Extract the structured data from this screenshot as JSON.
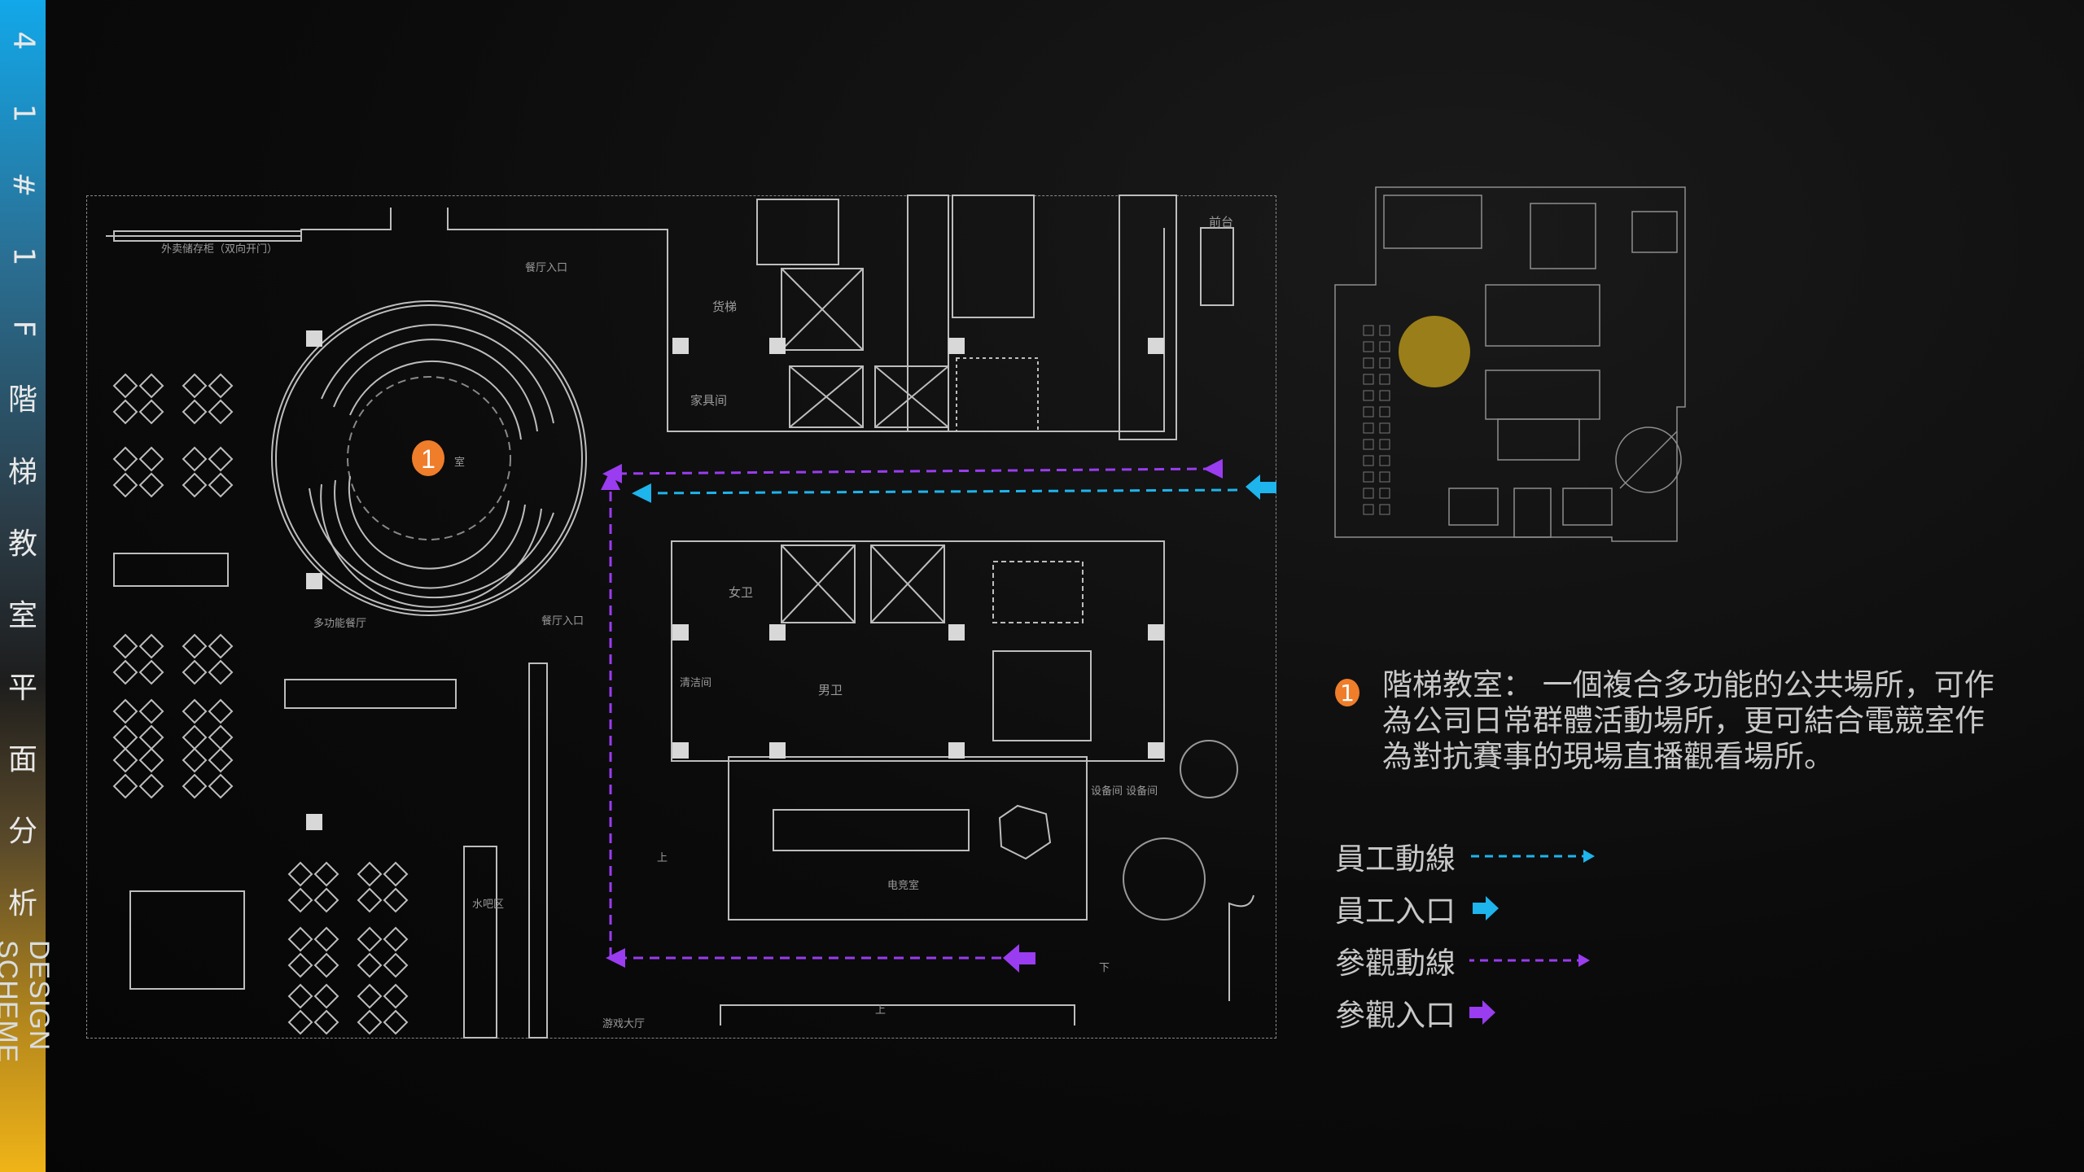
{
  "sidebar": {
    "chars": [
      "4",
      "1",
      "#",
      "1",
      "F",
      "階",
      "梯",
      "教",
      "室",
      "平",
      "面",
      "分",
      "析"
    ],
    "subtitle": "DESIGN SCHEME"
  },
  "plan": {
    "marker": "1",
    "labels": {
      "storage": "外卖储存柜（双向开门）",
      "entrance_top": "餐厅入口",
      "entrance_mid": "餐厅入口",
      "auditorium": "室",
      "multi_dining": "多功能餐厅",
      "freight_lift": "货梯",
      "furniture_room": "家具间",
      "female_wc": "女卫",
      "male_wc": "男卫",
      "cleaning": "清洁间",
      "esports": "电竞室",
      "equipment": "设备间 设备间",
      "water_bar": "水吧区",
      "reception": "前台",
      "main_entrance": "游戏大厅",
      "up1": "上",
      "up2": "上",
      "down": "下"
    }
  },
  "description": {
    "marker": "1",
    "text": "階梯教室： 一個複合多功能的公共場所，可作為公司日常群體活動場所，更可結合電競室作為對抗賽事的現場直播觀看場所。"
  },
  "legend": [
    {
      "label": "員工動線",
      "type": "dashed-line",
      "color": "#1eb4ec"
    },
    {
      "label": "員工入口",
      "type": "arrow",
      "color": "#1eb4ec"
    },
    {
      "label": "參觀動線",
      "type": "dashed-line",
      "color": "#9a3cf0"
    },
    {
      "label": "參觀入口",
      "type": "arrow",
      "color": "#9a3cf0"
    }
  ],
  "colors": {
    "staff": "#1eb4ec",
    "visitor": "#9a3cf0",
    "highlight": "#ef7d2a",
    "minimap_highlight": "#a8891a"
  }
}
